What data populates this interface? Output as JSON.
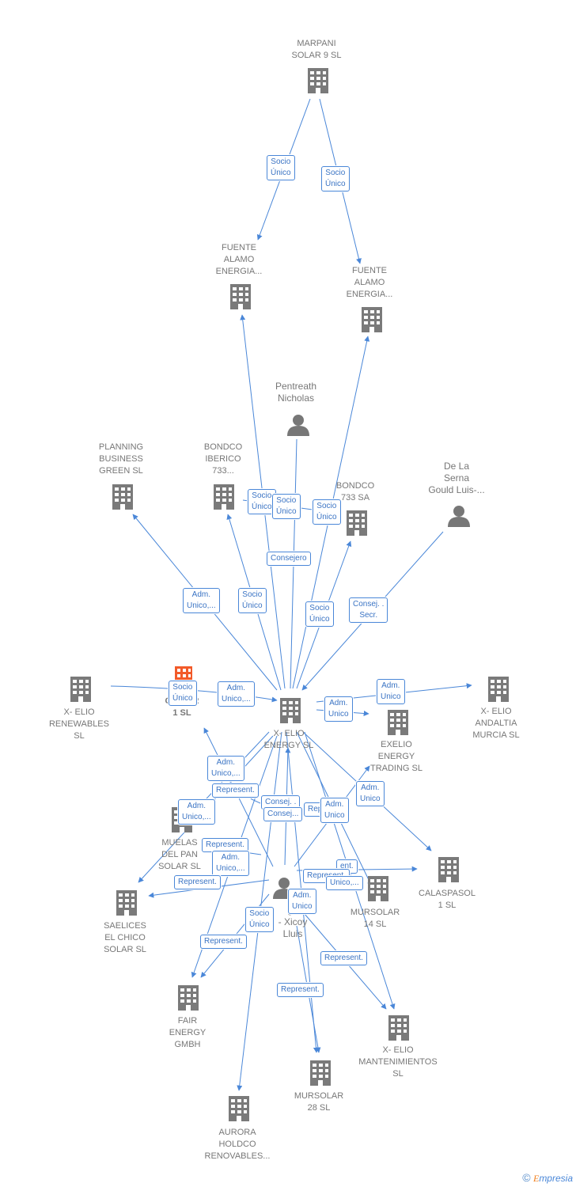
{
  "colors": {
    "edge": "#4a87d8",
    "building": "#7a7a7a",
    "highlight": "#f25a29",
    "person": "#777777"
  },
  "nodes": [
    {
      "id": "marpani",
      "label": "MARPANI\nSOLAR 9  SL",
      "icon": "building-icon"
    },
    {
      "id": "fuente1",
      "label": "FUENTE\nALAMO\nENERGIA...",
      "icon": "building-icon"
    },
    {
      "id": "fuente2",
      "label": "FUENTE\nALAMO\nENERGIA...",
      "icon": "building-icon"
    },
    {
      "id": "pentreath",
      "label": "Pentreath\nNicholas",
      "icon": "person-icon"
    },
    {
      "id": "planning",
      "label": "PLANNING\nBUSINESS\nGREEN  SL",
      "icon": "building-icon"
    },
    {
      "id": "bondco_iberico",
      "label": "BONDCO\nIBERICO\n733...",
      "icon": "building-icon"
    },
    {
      "id": "bondco733",
      "label": "BONDCO\n733 SA",
      "icon": "building-icon"
    },
    {
      "id": "delaserna",
      "label": "De La\nSerna\nGould Luis-...",
      "icon": "person-icon"
    },
    {
      "id": "xelio_ren",
      "label": "X- ELIO\nRENEWABLES\nSL",
      "icon": "building-icon"
    },
    {
      "id": "gan",
      "label": "GAN    AR\n1  SL",
      "icon": "building-icon"
    },
    {
      "id": "xelio_energy",
      "label": "X- ELIO\nENERGY  SL",
      "icon": "building-icon"
    },
    {
      "id": "exelio",
      "label": "EXELIO\nENERGY\nTRADING  SL",
      "icon": "building-icon"
    },
    {
      "id": "andaltia",
      "label": "X- ELIO\nANDALTIA\nMURCIA  SL",
      "icon": "building-icon"
    },
    {
      "id": "muelas",
      "label": "MUELAS\nDEL PAN\nSOLAR SL",
      "icon": "building-icon"
    },
    {
      "id": "calaspasol",
      "label": "CALASPASOL\n1  SL",
      "icon": "building-icon"
    },
    {
      "id": "saelices",
      "label": "SAELICES\nEL CHICO\nSOLAR SL",
      "icon": "building-icon"
    },
    {
      "id": "person_xicoy",
      "label": "gu\n- Xicoy\nLluis",
      "icon": "person-icon"
    },
    {
      "id": "mursolar14",
      "label": "MURSOLAR\n14 SL",
      "icon": "building-icon"
    },
    {
      "id": "fair",
      "label": "FAIR\nENERGY\nGMBH",
      "icon": "building-icon"
    },
    {
      "id": "mantenimientos",
      "label": "X- ELIO\nMANTENIMIENTOS\nSL",
      "icon": "building-icon"
    },
    {
      "id": "mursolar28",
      "label": "MURSOLAR\n28 SL",
      "icon": "building-icon"
    },
    {
      "id": "aurora",
      "label": "AURORA\nHOLDCO\nRENOVABLES...",
      "icon": "building-icon"
    }
  ],
  "edge_labels": [
    "Socio\nÚnico",
    "Socio\nÚnico",
    "Socio\nÚnico",
    "Socio\nÚnico",
    "Socio\nÚnico",
    "Consejero",
    "Adm.\nUnico,...",
    "Socio\nÚnico",
    "Socio\nÚnico",
    "Consej. .\nSecr.",
    "Socio\nÚnico",
    "Adm.\nUnico,...",
    "Adm.\nUnico",
    "Adm.\nUnico",
    "Adm.\nUnico,...",
    "Represent.",
    "Adm.\nUnico,...",
    "Consej. .",
    "Consej...",
    "Repr",
    "Adm.\nUnico",
    "Adm.\nUnico",
    "Represent.",
    "Adm.\nUnico,...",
    "Represent.",
    "ent.",
    "Represent.",
    "Unico,...",
    "Adm.\nUnico",
    "Socio\nÚnico",
    "Represent.",
    "Represent.",
    "Represent."
  ],
  "footer": {
    "copyright": "©",
    "brand_e": "E",
    "brand_rest": "mpresia"
  }
}
